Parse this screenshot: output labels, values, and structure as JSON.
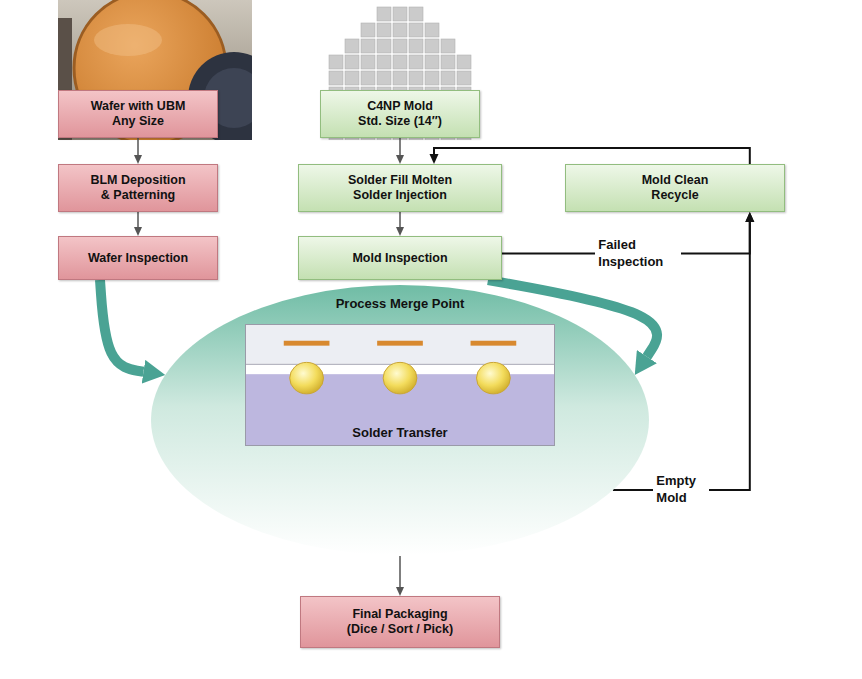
{
  "diagram": {
    "nodes": [
      {
        "text": [
          "Wafer with UBM Any Size"
        ]
      },
      {
        "text": [
          "C4NP Mold Std. Size (14″)"
        ]
      },
      {
        "text": [
          "BLM Deposition & Patterning"
        ]
      },
      {
        "text": [
          "Solder Fill Molten Solder Injection"
        ]
      },
      {
        "text": [
          "Mold Clean Recycle"
        ]
      },
      {
        "text": [
          "Wafer Inspection"
        ]
      },
      {
        "text": [
          "Mold Inspection"
        ]
      },
      {
        "text": [
          "Process Merge Point"
        ]
      },
      {
        "text": [
          "Solder Transfer"
        ],
        "in": 7
      },
      {
        "text": [
          "Final Packaging (Dice / Sort / Pick)"
        ]
      }
    ],
    "edges": [
      {
        "from": 0,
        "to": 2,
        "arrow": "to"
      },
      {
        "from": 2,
        "to": 5,
        "arrow": "to"
      },
      {
        "from": 1,
        "to": 3,
        "arrow": "to"
      },
      {
        "from": 3,
        "to": 6,
        "arrow": "to"
      },
      {
        "from": 6,
        "to": 4,
        "label": "Failed Inspection",
        "arrow": "to"
      },
      {
        "from": 4,
        "to": 3,
        "arrow": "to"
      },
      {
        "from": 5,
        "to": 7,
        "arrow": "to"
      },
      {
        "from": 6,
        "to": 7,
        "arrow": "to"
      },
      {
        "from": 7,
        "to": 4,
        "label": "Empty Mold",
        "arrow": "to"
      },
      {
        "from": 7,
        "to": 9,
        "arrow": "to"
      }
    ]
  }
}
